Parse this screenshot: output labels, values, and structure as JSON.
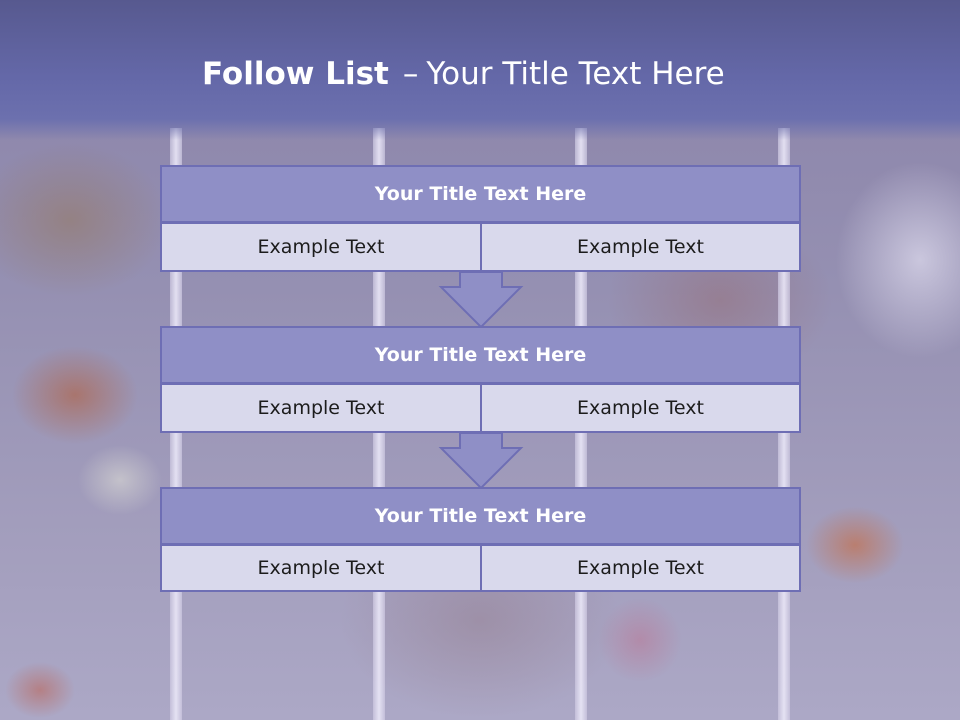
{
  "title": {
    "strong": "Follow List",
    "dash": "–",
    "rest": "Your Title Text Here"
  },
  "blocks": [
    {
      "heading": "Your Title Text Here",
      "left": "Example Text",
      "right": "Example Text"
    },
    {
      "heading": "Your Title Text Here",
      "left": "Example Text",
      "right": "Example Text"
    },
    {
      "heading": "Your Title Text Here",
      "left": "Example Text",
      "right": "Example Text"
    }
  ],
  "colors": {
    "header_band": "#6468a8",
    "block_head": "#8f8fc6",
    "block_cell": "#d9d9ec",
    "border": "#6e6eb4",
    "arrow_fill": "#8f8fc6"
  },
  "icons": [
    "down-arrow-icon",
    "down-arrow-icon"
  ]
}
